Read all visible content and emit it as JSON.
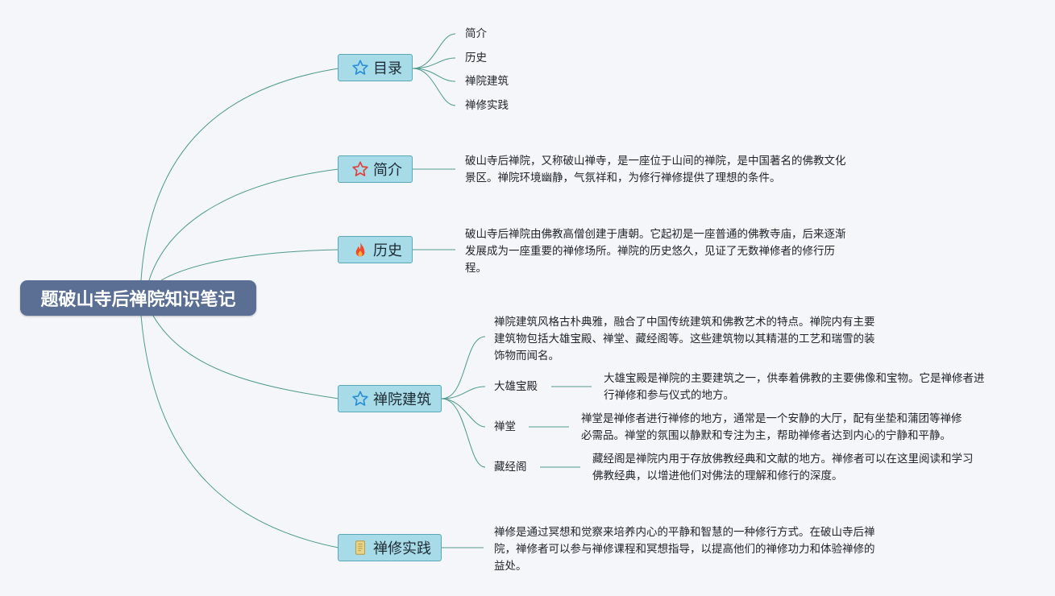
{
  "root": {
    "title": "题破山寺后禅院知识笔记"
  },
  "branches": {
    "toc": {
      "label": "目录",
      "items": [
        "简介",
        "历史",
        "禅院建筑",
        "禅修实践"
      ]
    },
    "intro": {
      "label": "简介",
      "text": "破山寺后禅院，又称破山禅寺，是一座位于山间的禅院，是中国著名的佛教文化\n景区。禅院环境幽静，气氛祥和，为修行禅修提供了理想的条件。"
    },
    "history": {
      "label": "历史",
      "text": "破山寺后禅院由佛教高僧创建于唐朝。它起初是一座普通的佛教寺庙，后来逐渐\n发展成为一座重要的禅修场所。禅院的历史悠久，见证了无数禅修者的修行历\n程。"
    },
    "architecture": {
      "label": "禅院建筑",
      "summary": "禅院建筑风格古朴典雅，融合了中国传统建筑和佛教艺术的特点。禅院内有主要\n建筑物包括大雄宝殿、禅堂、藏经阁等。这些建筑物以其精湛的工艺和瑞雪的装\n饰物而闻名。",
      "halls": [
        {
          "name": "大雄宝殿",
          "desc": "大雄宝殿是禅院的主要建筑之一，供奉着佛教的主要佛像和宝物。它是禅修者进\n行禅修和参与仪式的地方。"
        },
        {
          "name": "禅堂",
          "desc": "禅堂是禅修者进行禅修的地方，通常是一个安静的大厅，配有坐垫和蒲团等禅修\n必需品。禅堂的氛围以静默和专注为主，帮助禅修者达到内心的宁静和平静。"
        },
        {
          "name": "藏经阁",
          "desc": "藏经阁是禅院内用于存放佛教经典和文献的地方。禅修者可以在这里阅读和学习\n佛教经典，以增进他们对佛法的理解和修行的深度。"
        }
      ]
    },
    "practice": {
      "label": "禅修实践",
      "text": "禅修是通过冥想和觉察来培养内心的平静和智慧的一种修行方式。在破山寺后禅\n院，禅修者可以参与禅修课程和冥想指导，以提高他们的禅修功力和体验禅修的\n益处。"
    }
  },
  "icons": {
    "toc": "star-outline-blue-icon",
    "intro": "star-outline-red-icon",
    "history": "fire-icon",
    "architecture": "star-outline-blue-icon",
    "practice": "scroll-icon"
  },
  "colors": {
    "root_bg": "#5a6f93",
    "node_bg": "#a7dbe8",
    "node_border": "#58a8b8",
    "connector": "#4e9a8e",
    "background": "#f4f6f9"
  }
}
